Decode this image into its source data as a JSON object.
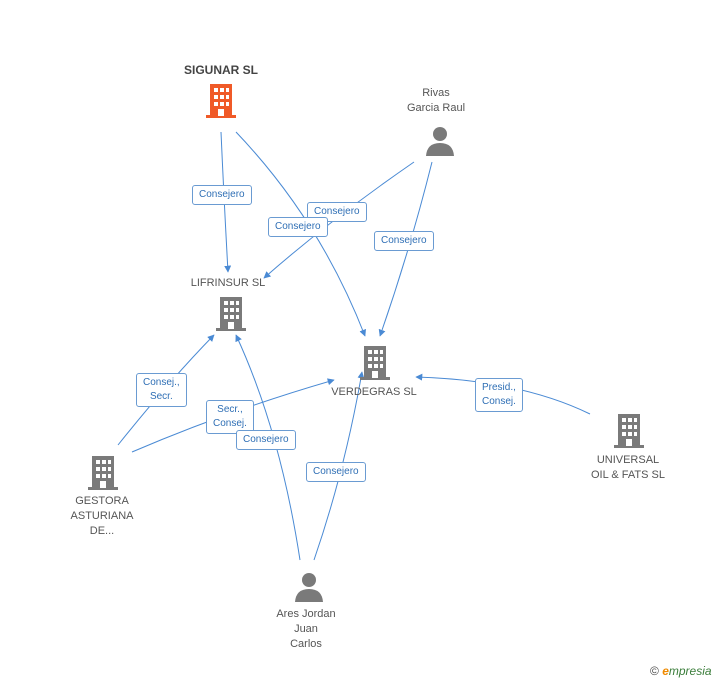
{
  "nodes": {
    "sigunar": {
      "label": "SIGUNAR SL",
      "kind": "company",
      "highlighted": true
    },
    "lifrinsur": {
      "label": "LIFRINSUR SL",
      "kind": "company"
    },
    "verdegras": {
      "label": "VERDEGRAS SL",
      "kind": "company"
    },
    "universal": {
      "label_line1": "UNIVERSAL",
      "label_line2": "OIL & FATS SL",
      "kind": "company"
    },
    "gestora": {
      "label_line1": "GESTORA",
      "label_line2": "ASTURIANA",
      "label_line3": "DE...",
      "kind": "company"
    },
    "rivas": {
      "label_line1": "Rivas",
      "label_line2": "Garcia Raul",
      "kind": "person"
    },
    "ares": {
      "label_line1": "Ares Jordan",
      "label_line2": "Juan",
      "label_line3": "Carlos",
      "kind": "person"
    }
  },
  "edges": {
    "sigunar_lifrinsur": "Consejero",
    "rivas_verdegras_a": "Consejero",
    "rivas_lifrinsur": "Consejero",
    "rivas_verdegras_b": "Consejero",
    "gestora_lifrinsur_l1": "Consej.,",
    "gestora_lifrinsur_l2": "Secr.",
    "gestora_verdegras_l1": "Secr.,",
    "gestora_verdegras_l2": "Consej.",
    "ares_lifrinsur": "Consejero",
    "ares_verdegras": "Consejero",
    "universal_verdegras_l1": "Presid.,",
    "universal_verdegras_l2": "Consej."
  },
  "colors": {
    "company": "#7a7a7a",
    "highlight": "#f05a28",
    "person": "#7a7a7a",
    "edge": "#4a8ad4"
  },
  "icons": {
    "company": "building-icon",
    "person": "person-icon"
  },
  "footer": {
    "copyright": "©",
    "brand_initial": "e",
    "brand_rest": "mpresia"
  }
}
